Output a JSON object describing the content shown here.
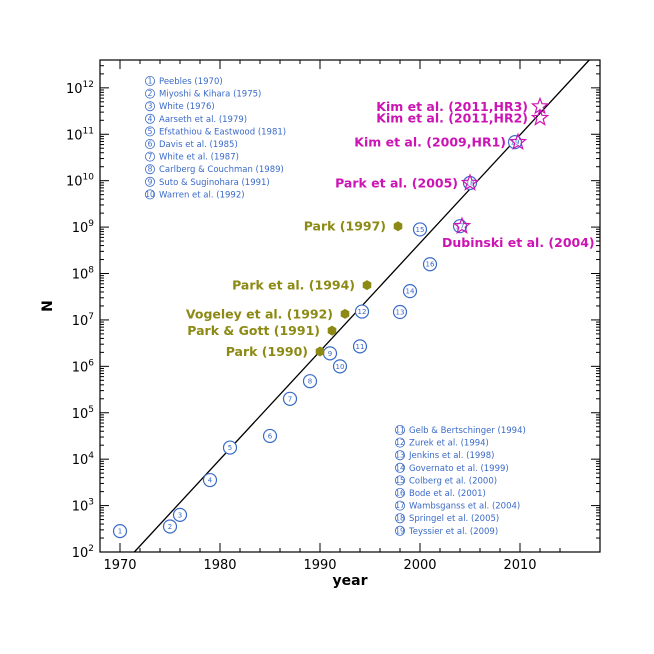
{
  "chart_data": {
    "type": "scatter",
    "xlabel": "year",
    "ylabel": "N",
    "xlim": [
      1968,
      2018
    ],
    "ylim_log10": [
      2,
      12.6
    ],
    "yscale": "log",
    "x_ticks": [
      1970,
      1980,
      1990,
      2000,
      2010
    ],
    "y_ticks": [
      {
        "exp": 2,
        "base": "10",
        "sup": "2"
      },
      {
        "exp": 3,
        "base": "10",
        "sup": "3"
      },
      {
        "exp": 4,
        "base": "10",
        "sup": "4"
      },
      {
        "exp": 5,
        "base": "10",
        "sup": "5"
      },
      {
        "exp": 6,
        "base": "10",
        "sup": "6"
      },
      {
        "exp": 7,
        "base": "10",
        "sup": "7"
      },
      {
        "exp": 8,
        "base": "10",
        "sup": "8"
      },
      {
        "exp": 9,
        "base": "10",
        "sup": "9"
      },
      {
        "exp": 10,
        "base": "10",
        "sup": "10"
      },
      {
        "exp": 11,
        "base": "10",
        "sup": "11"
      },
      {
        "exp": 12,
        "base": "10",
        "sup": "12"
      }
    ],
    "fit_line": {
      "x": [
        1968,
        2018
      ],
      "log10_y": [
        1.2,
        12.85
      ]
    },
    "colors": {
      "circle": "#3a6ac8",
      "olive": "#8c8a14",
      "magenta": "#cc14b4",
      "line": "#000000"
    },
    "circle_series": [
      {
        "n": "1",
        "x": 1970,
        "log10_y": 2.45
      },
      {
        "n": "2",
        "x": 1975,
        "log10_y": 2.55
      },
      {
        "n": "3",
        "x": 1976,
        "log10_y": 2.8
      },
      {
        "n": "4",
        "x": 1979,
        "log10_y": 3.55
      },
      {
        "n": "5",
        "x": 1981,
        "log10_y": 4.25
      },
      {
        "n": "6",
        "x": 1985,
        "log10_y": 4.5
      },
      {
        "n": "7",
        "x": 1987,
        "log10_y": 5.3
      },
      {
        "n": "8",
        "x": 1989,
        "log10_y": 5.68
      },
      {
        "n": "9",
        "x": 1991,
        "log10_y": 6.28
      },
      {
        "n": "10",
        "x": 1992,
        "log10_y": 6.0
      },
      {
        "n": "11",
        "x": 1994,
        "log10_y": 6.43
      },
      {
        "n": "12",
        "x": 1994.2,
        "log10_y": 7.18
      },
      {
        "n": "13",
        "x": 1998,
        "log10_y": 7.17
      },
      {
        "n": "14",
        "x": 1999,
        "log10_y": 7.62
      },
      {
        "n": "15",
        "x": 2000,
        "log10_y": 8.95
      },
      {
        "n": "16",
        "x": 2001,
        "log10_y": 8.2
      },
      {
        "n": "17",
        "x": 2004,
        "log10_y": 9.02
      },
      {
        "n": "18",
        "x": 2005,
        "log10_y": 9.95
      },
      {
        "n": "19",
        "x": 2009.5,
        "log10_y": 10.83
      }
    ],
    "olive_series": [
      {
        "label": "Park (1990)",
        "x": 1990,
        "log10_y": 6.32
      },
      {
        "label": "Park & Gott (1991)",
        "x": 1991.2,
        "log10_y": 6.77
      },
      {
        "label": "Vogeley et al. (1992)",
        "x": 1992.5,
        "log10_y": 7.13
      },
      {
        "label": "Park et al. (1994)",
        "x": 1994.7,
        "log10_y": 7.75
      },
      {
        "label": "Park (1997)",
        "x": 1997.8,
        "log10_y": 9.02
      }
    ],
    "star_series": [
      {
        "label": "Dubinski et al. (2004)",
        "x": 2004.2,
        "log10_y": 9.02
      },
      {
        "label": "Park et al. (2005)",
        "x": 2005,
        "log10_y": 9.95
      },
      {
        "label": "Kim et al. (2009,HR1)",
        "x": 2009.8,
        "log10_y": 10.83
      },
      {
        "label": "Kim et al. (2011,HR2)",
        "x": 2012,
        "log10_y": 11.35
      },
      {
        "label": "Kim et al. (2011,HR3)",
        "x": 2012,
        "log10_y": 11.6
      }
    ],
    "legend_left": [
      {
        "n": "1",
        "text": "Peebles (1970)"
      },
      {
        "n": "2",
        "text": "Miyoshi & Kihara (1975)"
      },
      {
        "n": "3",
        "text": "White (1976)"
      },
      {
        "n": "4",
        "text": "Aarseth et al. (1979)"
      },
      {
        "n": "5",
        "text": "Efstathiou & Eastwood (1981)"
      },
      {
        "n": "6",
        "text": "Davis et al. (1985)"
      },
      {
        "n": "7",
        "text": "White et al. (1987)"
      },
      {
        "n": "8",
        "text": "Carlberg & Couchman (1989)"
      },
      {
        "n": "9",
        "text": "Suto & Suginohara (1991)"
      },
      {
        "n": "10",
        "text": "Warren et al. (1992)"
      }
    ],
    "legend_right": [
      {
        "n": "11",
        "text": "Gelb & Bertschinger (1994)"
      },
      {
        "n": "12",
        "text": "Zurek et al. (1994)"
      },
      {
        "n": "13",
        "text": "Jenkins et al. (1998)"
      },
      {
        "n": "14",
        "text": "Governato et al. (1999)"
      },
      {
        "n": "15",
        "text": "Colberg et al. (2000)"
      },
      {
        "n": "16",
        "text": "Bode et al. (2001)"
      },
      {
        "n": "17",
        "text": "Wambsganss et al. (2004)"
      },
      {
        "n": "18",
        "text": "Springel et al. (2005)"
      },
      {
        "n": "19",
        "text": "Teyssier et al. (2009)"
      }
    ]
  }
}
